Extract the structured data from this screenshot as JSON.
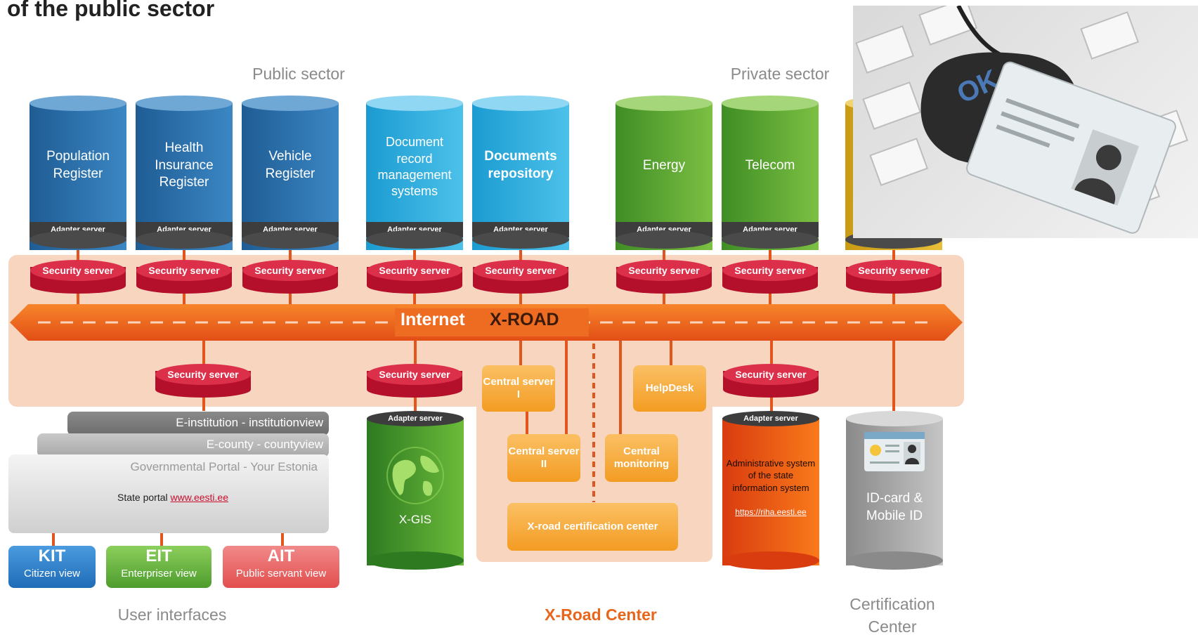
{
  "title": "of the public sector",
  "sections": {
    "public": "Public sector",
    "private": "Private sector",
    "user_interfaces": "User interfaces",
    "xroad_center": "X-Road Center",
    "certification": "Certification Center"
  },
  "adapter_label": "Adapter server",
  "security_label": "Security server",
  "databases": {
    "population": "Population Register",
    "health": "Health Insurance Register",
    "vehicle": "Vehicle Register",
    "docrecord": "Document record management systems",
    "docrepo": "Documents repository",
    "energy": "Energy",
    "telecom": "Telecom"
  },
  "internet_label": "Internet",
  "xroad_label": "X-ROAD",
  "central1": "Central server I",
  "central2": "Central server II",
  "central_monitoring": "Central monitoring",
  "helpdesk": "HelpDesk",
  "cert_center_box": "X-road certification center",
  "xgis": "X-GIS",
  "admin_system": "Administrative system of the state information system",
  "admin_link": "https://riha.eesti.ee",
  "idcard": "ID-card & Mobile ID",
  "portals": {
    "institution": "E-institution - institutionview",
    "county": "E-county - countyview",
    "gov": "Governmental Portal - Your Estonia",
    "state_prefix": "State portal ",
    "state_link": "www.eesti.ee"
  },
  "kit": {
    "abbr": "KIT",
    "label": "Citizen view"
  },
  "eit": {
    "abbr": "EIT",
    "label": "Enterpriser view"
  },
  "ait": {
    "abbr": "AIT",
    "label": "Public servant view"
  },
  "colors": {
    "blue_dark": "#2a6ea8",
    "blue_light": "#2aaee0",
    "green": "#5aa833",
    "red": "#c8102e",
    "orange": "#f39c23"
  }
}
